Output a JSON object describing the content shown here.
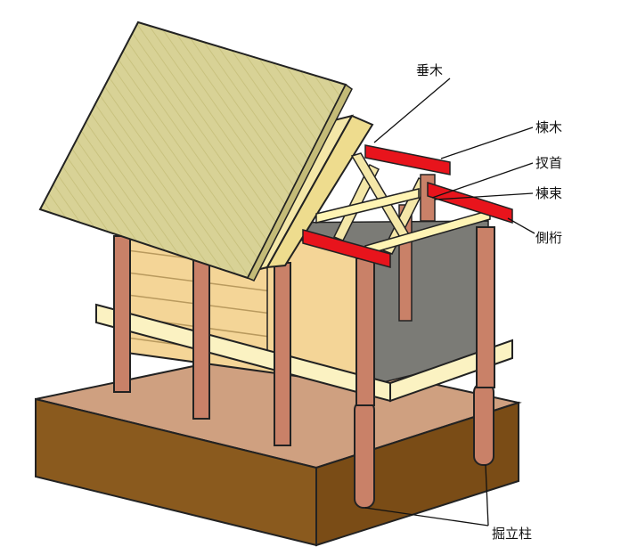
{
  "labels": {
    "taruki": "垂木",
    "munagi": "棟木",
    "sasu": "扠首",
    "munazuka": "棟束",
    "gawageta": "側桁",
    "horitate_bashira": "掘立柱"
  },
  "colors": {
    "roof": "#d8d296",
    "red_beam": "#e8141c",
    "post": "#c98168",
    "wall": "#f4d597",
    "ground_top": "#cfa080",
    "ground_side": "#8a5a1e",
    "floor": "#fbf2c2",
    "inner": "#7b7b76"
  }
}
